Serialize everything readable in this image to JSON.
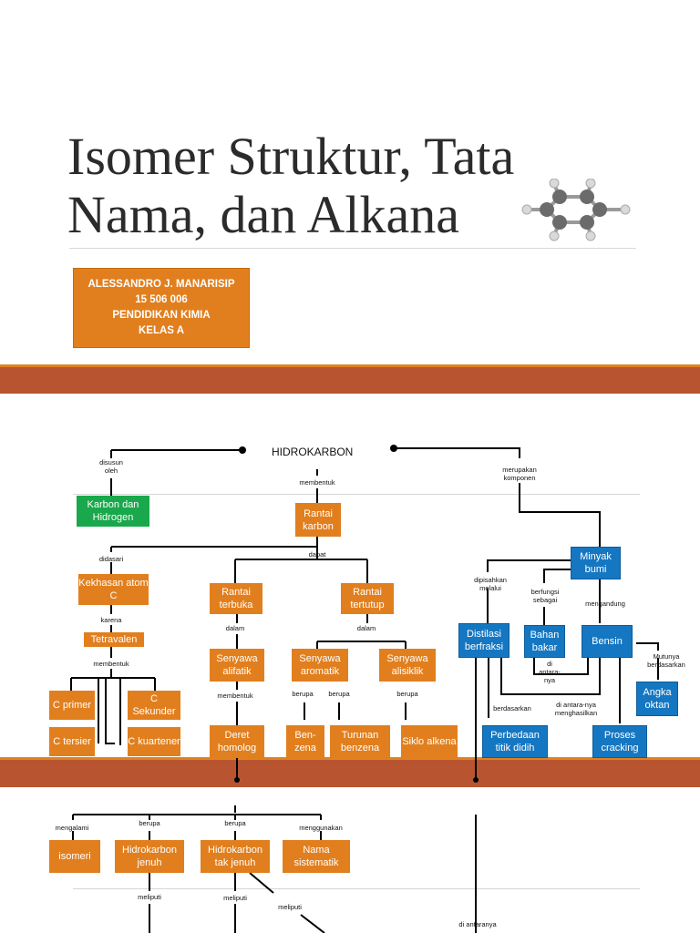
{
  "title": "Isomer Struktur, Tata Nama, dan Alkana",
  "author": [
    "ALESSANDRO J. MANARISIP",
    "15 506 006",
    "PENDIDIKAN KIMIA",
    "KELAS A"
  ],
  "nodes": {
    "hidrokarbon": "HIDROKARBON",
    "karbon_hidrogen": "Karbon dan Hidrogen",
    "rantai_karbon": "Rantai karbon",
    "minyak_bumi": "Minyak bumi",
    "kekhasan": "Kekhasan atom C",
    "rantai_terbuka": "Rantai terbuka",
    "rantai_tertutup": "Rantai tertutup",
    "tetravalen": "Tetravalen",
    "senyawa_alifatik": "Senyawa alifatik",
    "senyawa_aromatik": "Senyawa aromatik",
    "senyawa_alisiklik": "Senyawa alisiklik",
    "c_primer": "C primer",
    "c_sekunder": "C Sekunder",
    "c_tersier": "C tersier",
    "c_kuartener": "C kuartener",
    "deret_homolog": "Deret homolog",
    "benzena": "Ben- zena",
    "turunan_benzena": "Turunan benzena",
    "siklo_alkena": "Siklo alkena",
    "distilasi": "Distilasi berfraksi",
    "bahan_bakar": "Bahan bakar",
    "bensin": "Bensin",
    "angka_oktan": "Angka oktan",
    "perbedaan_titik_didih": "Perbedaan titik didih",
    "proses_cracking": "Proses cracking",
    "isomeri": "isomeri",
    "hk_jenuh": "Hidrokarbon jenuh",
    "hk_tak_jenuh": "Hidrokarbon tak jenuh",
    "nama_sistematik": "Nama sistematik"
  },
  "labels": {
    "disusun_oleh": "disusun oleh",
    "membentuk_1": "membentuk",
    "merupakan_komponen": "merupakan komponen",
    "dapat": "dapat",
    "didasari": "didasari",
    "karena": "karena",
    "membentuk_2": "membentuk",
    "dalam_1": "dalam",
    "dalam_2": "dalam",
    "membentuk_3": "membentuk",
    "berupa_1": "berupa",
    "berupa_2": "berupa",
    "berupa_3": "berupa",
    "dipisahkan_melalui": "dipisahkan melalui",
    "berfungsi_sebagai": "berfungsi sebagai",
    "mengandung": "mengandung",
    "diantaranya_1": "di antara- nya",
    "mutunya_berdasarkan": "Mutunya berdasarkan",
    "berdasarkan": "berdasarkan",
    "diantaranya_menghasilkan": "di antara-nya menghasilkan",
    "mengalami": "mengalami",
    "berupa_4": "berupa",
    "berupa_5": "berupa",
    "menggunakan": "menggunakan",
    "meliputi_1": "meliputi",
    "meliputi_2": "meliputi",
    "meliputi_3": "meliputi",
    "diantaranya_2": "di antaranya"
  },
  "colors": {
    "orange": "#e17f1e",
    "blue": "#1577c2",
    "green": "#19a84b",
    "band": "#b85530"
  }
}
